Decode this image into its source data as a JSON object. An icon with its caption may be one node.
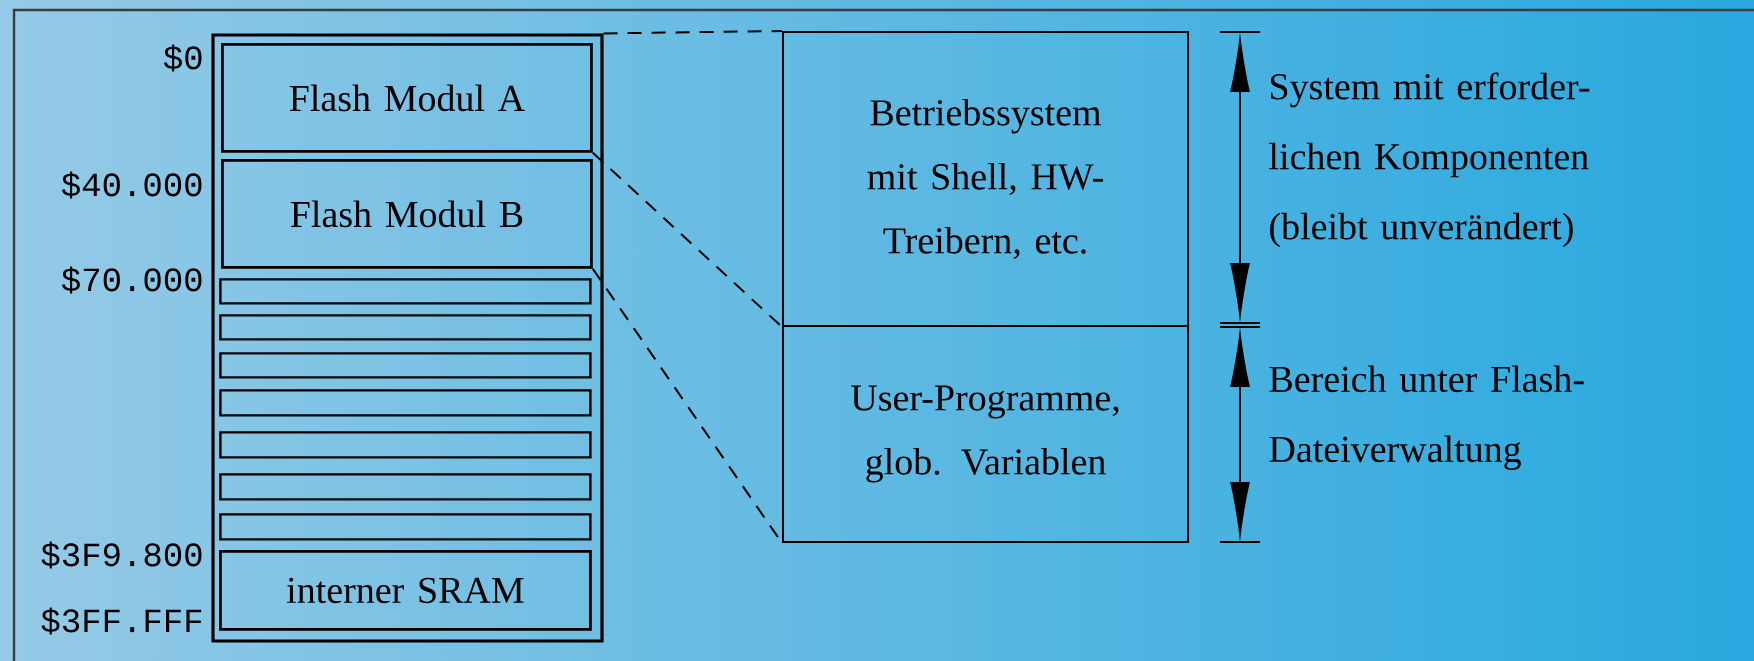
{
  "diagram": {
    "nodes": [
      {
        "text": [],
        "shape": "box"
      },
      {
        "text": [
          "Flash Modul A"
        ],
        "in": 0
      },
      {
        "text": [
          "Flash Modul B"
        ],
        "in": 0
      },
      {
        "text": [],
        "shape": "bar",
        "in": 0
      },
      {
        "text": [],
        "shape": "bar",
        "in": 0
      },
      {
        "text": [],
        "shape": "bar",
        "in": 0
      },
      {
        "text": [],
        "shape": "bar",
        "in": 0
      },
      {
        "text": [],
        "shape": "bar",
        "in": 0
      },
      {
        "text": [],
        "shape": "bar",
        "in": 0
      },
      {
        "text": [],
        "shape": "bar",
        "in": 0
      },
      {
        "text": [
          "interner SRAM"
        ],
        "in": 0
      },
      {
        "text": [
          "Betriebssystem mit Shell, HW-Treibern, etc."
        ]
      },
      {
        "text": [
          "User-Programme, glob. Variablen"
        ]
      }
    ],
    "edges": [
      {
        "from": 0,
        "to": 11,
        "arrow": "none",
        "style": "dashed"
      },
      {
        "from": 1,
        "to": 11,
        "arrow": "none",
        "style": "dashed"
      },
      {
        "from": 2,
        "to": 12,
        "arrow": "none",
        "style": "dashed"
      }
    ],
    "labels": [
      "$0",
      "$40.000",
      "$70.000",
      "$3F9.800",
      "$3FF.FFF",
      "System mit erforder- lichen Komponenten (bleibt unverändert)",
      "Bereich unter Flash- Dateiverwaltung"
    ]
  }
}
